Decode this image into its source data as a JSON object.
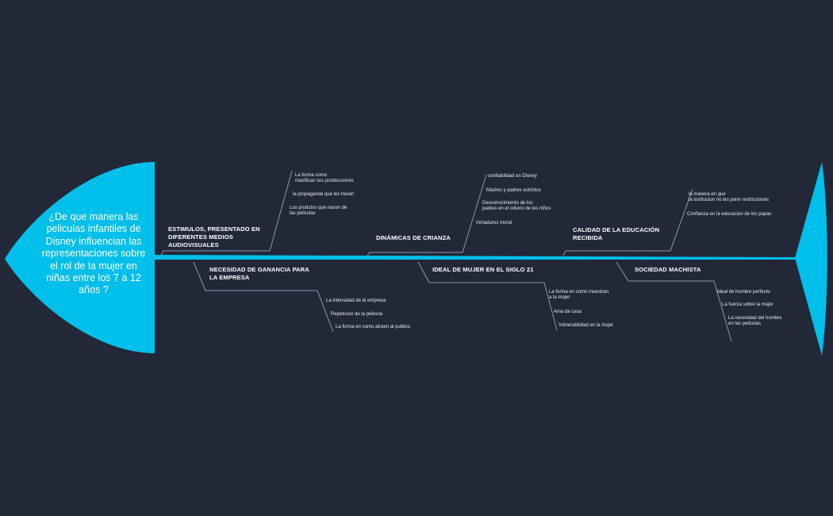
{
  "head": {
    "question": "¿De que manera las peliculas infantiles de Disney influencian las representaciones sobre el rol de la mujer en niñas entre los 7 a 12 años ?"
  },
  "colors": {
    "background": "#232839",
    "accent": "#00bfea",
    "line": "#8e95a6",
    "text": "#ffffff"
  },
  "causes": {
    "estimulos": {
      "label": "ESTIMULOS, PRESENTADO EN\nDIFERENTES MEDIOS\nAUDIOVISUALES",
      "items": [
        "La forma como\nmasifican sus producciones",
        "la propaganda que les hacen",
        "Los prodctos que nacen de\nlas peliculas"
      ]
    },
    "dinamicas": {
      "label": "DINÁMICAS DE CRIANZA",
      "items": [
        "confiabilidad en Disney",
        "Madres y padres estrictos",
        "Desconocimiento de los\npadres en el criterio de los niños",
        "Inmadurez moral"
      ]
    },
    "calidad": {
      "label": "CALIDAD DE LA EDUCACIÓN\nRECIBIDA",
      "items": [
        "la manera en que\nla institucion no les pone restricciones",
        "Confianza en la educacion de los papas"
      ]
    },
    "necesidad": {
      "label": "NECESIDAD DE GANANCIA PARA\nLA EMPRESA",
      "items": [
        "La intensidad de la empresa",
        "Repeticion de la pelicula",
        "La forma en como atraen al publico"
      ]
    },
    "ideal": {
      "label": "IDEAL DE MUJER EN EL SIGLO 21",
      "items": [
        "La forma en como muestran\na la mujer",
        "Ama de casa",
        "Vulnerabilidad en la mujer"
      ]
    },
    "sociedad": {
      "label": "SOCIEDAD MACHISTA",
      "items": [
        "Ideal de hombre perfecto",
        "La fuerza sobre la mujer",
        "La necesidad del hombre\nen las peliculas"
      ]
    }
  }
}
